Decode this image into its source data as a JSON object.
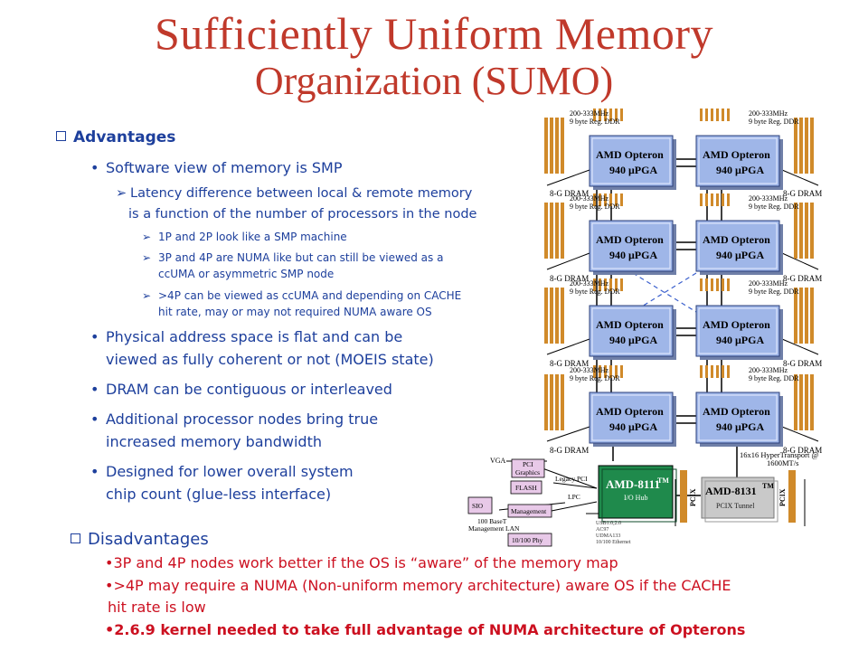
{
  "slide": {
    "title_line1": "Sufficiently Uniform Memory",
    "title_line2": "Organization (SUMO)"
  },
  "advantages": {
    "heading": "Advantages",
    "items": [
      "Software view of memory is SMP",
      "Latency difference between local & remote memory",
      "is a function of the number of processors in the node",
      "1P and 2P look like a SMP machine",
      "3P and 4P are NUMA like but can still be viewed as a",
      "ccUMA or asymmetric SMP node",
      ">4P can be viewed as ccUMA and depending on CACHE",
      "hit rate, may or may not required NUMA aware OS",
      "Physical address space is flat and can be",
      "viewed as fully coherent or not (MOEIS state)",
      "DRAM can be contiguous or interleaved",
      "Additional processor nodes bring true",
      "increased memory bandwidth",
      "Designed for lower overall system",
      "chip count (glue-less interface)"
    ]
  },
  "disadvantages": {
    "heading": "Disadvantages",
    "items": [
      "3P and 4P nodes work better if the OS is “aware” of the memory map",
      ">4P may require a NUMA (Non-uniform memory architecture) aware OS if the CACHE",
      "hit rate is low",
      "2.6.9 kernel needed to take full advantage of NUMA architecture of Opterons"
    ]
  },
  "diagram": {
    "cpu_name": "AMD Opteron",
    "cpu_pkg": "940 μPGA",
    "mem_speed": "200-333MHz",
    "mem_type": "9 byte Reg. DDR",
    "dram": "8-G DRAM",
    "ht_label_1": "16x16 HyperTransport @",
    "ht_label_2": "1600MT/s",
    "hub_name": "AMD-8111",
    "hub_tm": "TM",
    "hub_sub": "I/O Hub",
    "tunnel_name": "AMD-8131",
    "tunnel_tm": "TM",
    "tunnel_sub": "PCIX Tunnel",
    "pcix": "PCIX",
    "vga": "VGA",
    "pci_graphics_1": "PCI",
    "pci_graphics_2": "Graphics",
    "legacy_pci": "Legacy PCI",
    "flash": "FLASH",
    "lpc": "LPC",
    "sio": "SIO",
    "management": "Management",
    "base_mgmt_1": "100 BaseT",
    "base_mgmt_2": "Management LAN",
    "phy": "10/100 Phy",
    "io_1": "USB1.0,2.0",
    "io_2": "AC97",
    "io_3": "UDMA133",
    "io_4": "10/100 Ethernet"
  },
  "colors": {
    "title": "#c0392b",
    "text_blue": "#1d3f9c",
    "text_red": "#cc1020",
    "cpu_fill": "#9fb6e8",
    "dimm": "#d08a2a",
    "hub_fill": "#1f8a4c"
  }
}
